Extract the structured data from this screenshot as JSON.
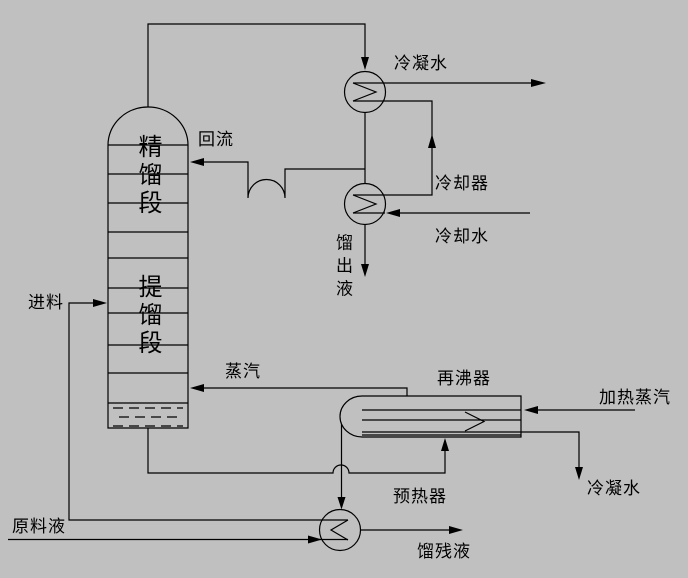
{
  "colors": {
    "background": "#c0c0c0",
    "line": "#000000"
  },
  "labels": {
    "condensate_water_top": "冷凝水",
    "reflux": "回流",
    "cooler": "冷却器",
    "cooling_water": "冷却水",
    "rectifying_section": "精馏段",
    "distillate": "馏出液",
    "feed": "进料",
    "stripping_section": "提馏段",
    "vapor": "蒸汽",
    "reboiler": "再沸器",
    "heating_steam": "加热蒸汽",
    "condensate_water_bottom": "冷凝水",
    "preheater": "预热器",
    "raw_material_liquid": "原料液",
    "residue_liquid": "馏残液"
  }
}
